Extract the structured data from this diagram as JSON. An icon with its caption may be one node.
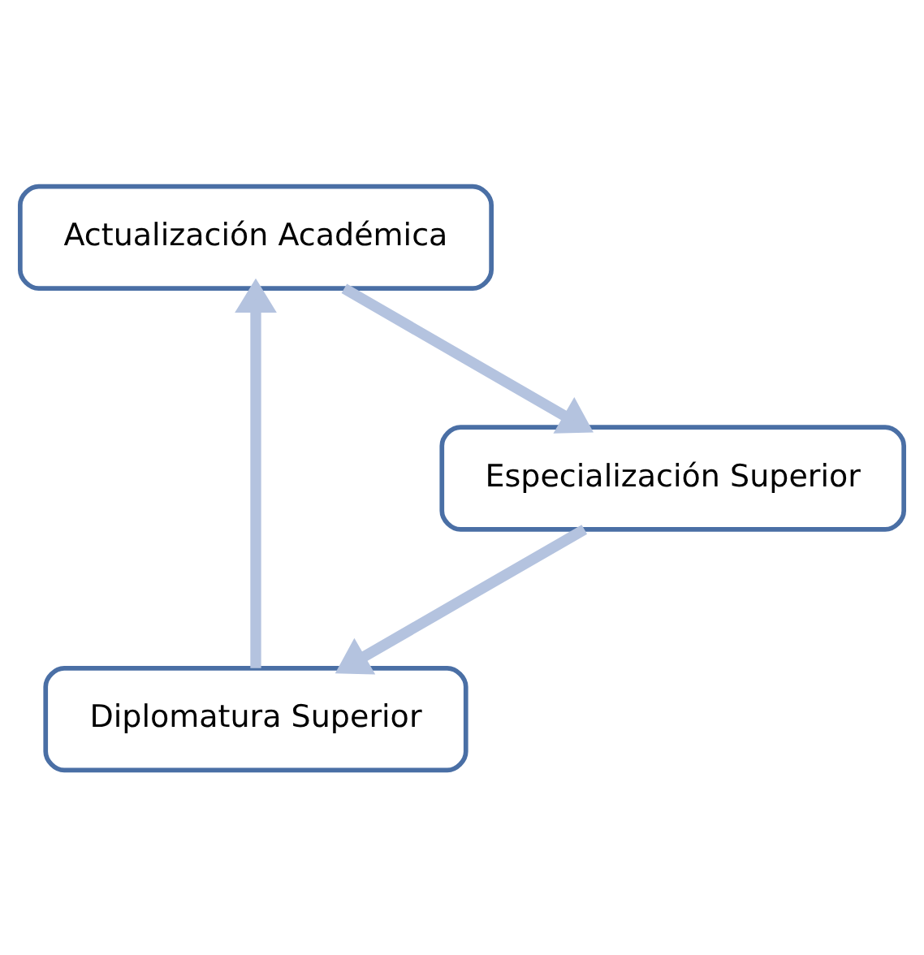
{
  "diagram": {
    "nodes": [
      {
        "text": [
          "Diplomatura Superior"
        ]
      },
      {
        "text": [
          "Actualización Académica"
        ]
      },
      {
        "text": [
          "Especialización Superior"
        ]
      }
    ],
    "edges": [
      {
        "from": 0,
        "to": 1,
        "arrow": "to"
      },
      {
        "from": 1,
        "to": 2,
        "arrow": "to"
      },
      {
        "from": 2,
        "to": 0,
        "arrow": "to"
      }
    ]
  }
}
